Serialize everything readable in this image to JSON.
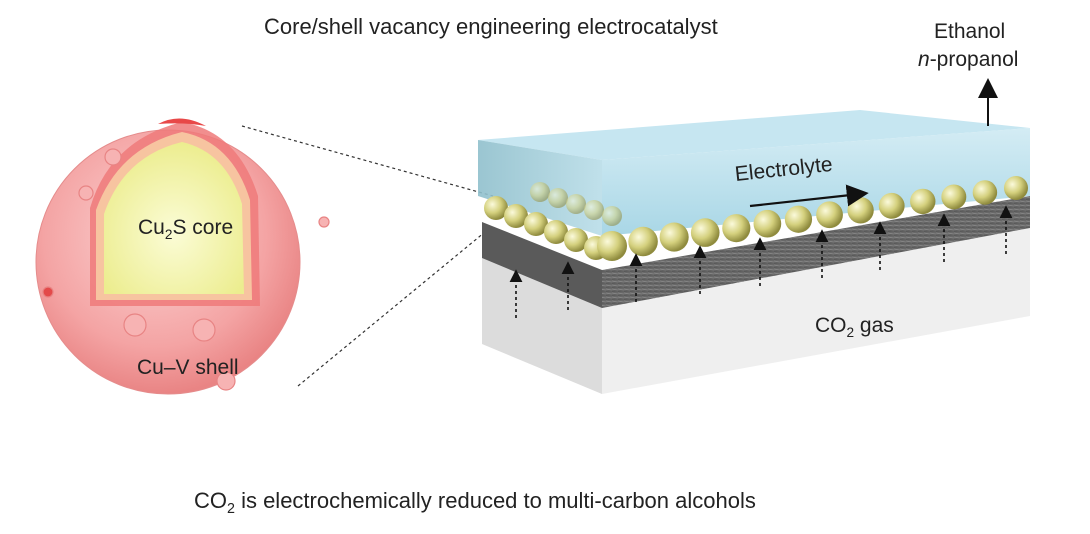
{
  "title": "Core/shell vacancy engineering electrocatalyst",
  "products": {
    "line1": "Ethanol",
    "line2_italic": "n",
    "line2_rest": "-propanol"
  },
  "electrolyte_label": "Electrolyte",
  "gas_label": {
    "prefix": "CO",
    "sub": "2",
    "suffix": " gas"
  },
  "core_label": {
    "prefix": "Cu",
    "sub": "2",
    "suffix": "S core"
  },
  "shell_label": "Cu–V shell",
  "caption": {
    "prefix": "CO",
    "sub": "2",
    "suffix": " is electrochemically reduced to multi-carbon alcohols"
  },
  "colors": {
    "shell": "#f29a9a",
    "core": "#f2f3a8",
    "electrolyte": "#a9d8e8",
    "particles": "#d6d38a",
    "gdl": "#6b6b6b",
    "substrate": "#eeeeee"
  }
}
